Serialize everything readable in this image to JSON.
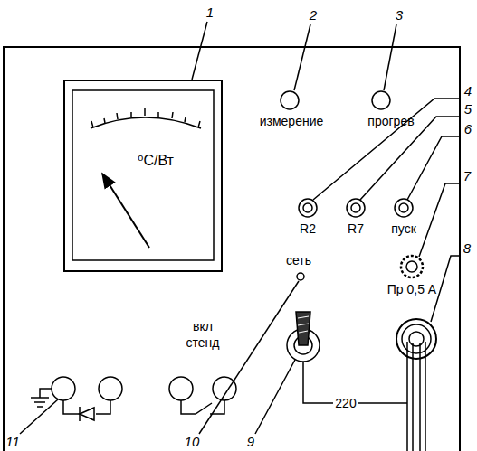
{
  "diagram": {
    "nodes": [
      {
        "text": [
          "⁰С/Вт"
        ]
      }
    ],
    "labels": [
      "1",
      "2",
      "3",
      "4",
      "5",
      "6",
      "7",
      "8",
      "9",
      "10",
      "11",
      "измерение",
      "прогрев",
      "R2",
      "R7",
      "пуск",
      "Пр 0,5 А",
      "сеть",
      "вкл стенд",
      "220"
    ]
  }
}
